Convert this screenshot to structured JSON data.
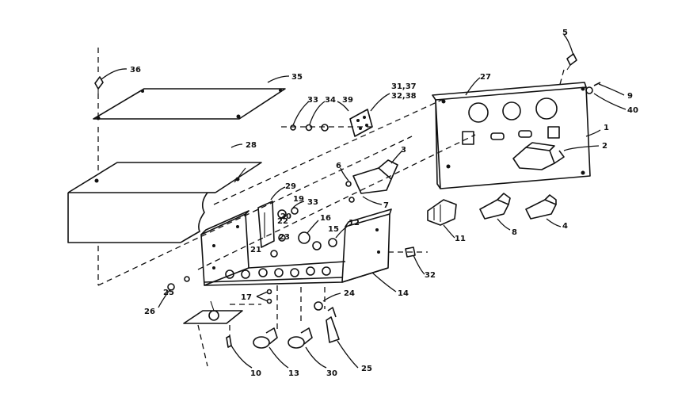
{
  "callouts": [
    {
      "id": "c36",
      "text": "36"
    },
    {
      "id": "c35",
      "text": "35"
    },
    {
      "id": "c33a",
      "text": "33"
    },
    {
      "id": "c34",
      "text": "34"
    },
    {
      "id": "c39",
      "text": "39"
    },
    {
      "id": "c3137",
      "text": "31,37"
    },
    {
      "id": "c3238",
      "text": "32,38"
    },
    {
      "id": "c27",
      "text": "27"
    },
    {
      "id": "c5",
      "text": "5"
    },
    {
      "id": "c9",
      "text": "9"
    },
    {
      "id": "c40",
      "text": "40"
    },
    {
      "id": "c1",
      "text": "1"
    },
    {
      "id": "c2",
      "text": "2"
    },
    {
      "id": "c28",
      "text": "28"
    },
    {
      "id": "c3",
      "text": "3"
    },
    {
      "id": "c6",
      "text": "6"
    },
    {
      "id": "c7",
      "text": "7"
    },
    {
      "id": "c29",
      "text": "29"
    },
    {
      "id": "c19",
      "text": "19"
    },
    {
      "id": "c33b",
      "text": "33"
    },
    {
      "id": "c20",
      "text": "20"
    },
    {
      "id": "c16",
      "text": "16"
    },
    {
      "id": "c12",
      "text": "12"
    },
    {
      "id": "c15",
      "text": "15"
    },
    {
      "id": "c21",
      "text": "21"
    },
    {
      "id": "c22",
      "text": "22"
    },
    {
      "id": "c23",
      "text": "23"
    },
    {
      "id": "c11",
      "text": "11"
    },
    {
      "id": "c8",
      "text": "8"
    },
    {
      "id": "c4",
      "text": "4"
    },
    {
      "id": "c14",
      "text": "14"
    },
    {
      "id": "c17",
      "text": "17"
    },
    {
      "id": "c24",
      "text": "24"
    },
    {
      "id": "c25",
      "text": "25"
    },
    {
      "id": "c26",
      "text": "26"
    },
    {
      "id": "c32",
      "text": "32"
    },
    {
      "id": "c10",
      "text": "10"
    },
    {
      "id": "c13",
      "text": "13"
    },
    {
      "id": "c30",
      "text": "30"
    },
    {
      "id": "c25b",
      "text": "25"
    }
  ]
}
